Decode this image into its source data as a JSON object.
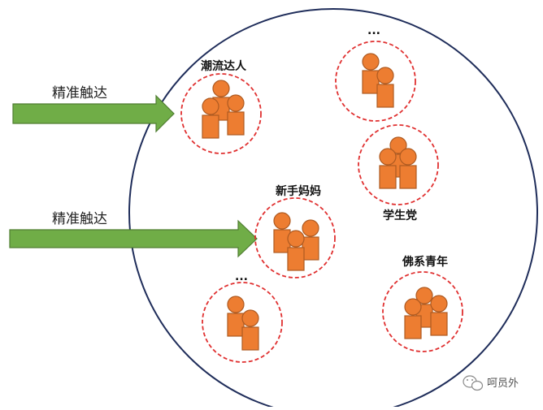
{
  "diagram": {
    "arrows": [
      {
        "label": "精准触达"
      },
      {
        "label": "精准触达"
      }
    ],
    "groups": [
      {
        "label": "潮流达人"
      },
      {
        "label": "..."
      },
      {
        "label": "学生党"
      },
      {
        "label": "新手妈妈"
      },
      {
        "label": "..."
      },
      {
        "label": "佛系青年"
      }
    ],
    "watermark": {
      "text": "呵员外",
      "icon": "wechat-icon"
    },
    "colors": {
      "arrow_fill": "#70AD47",
      "arrow_stroke": "#507E32",
      "person_fill": "#ED7D31",
      "person_stroke": "#AE5A21",
      "group_ring": "#E03030",
      "outer_circle": "#1F2D5A"
    }
  }
}
